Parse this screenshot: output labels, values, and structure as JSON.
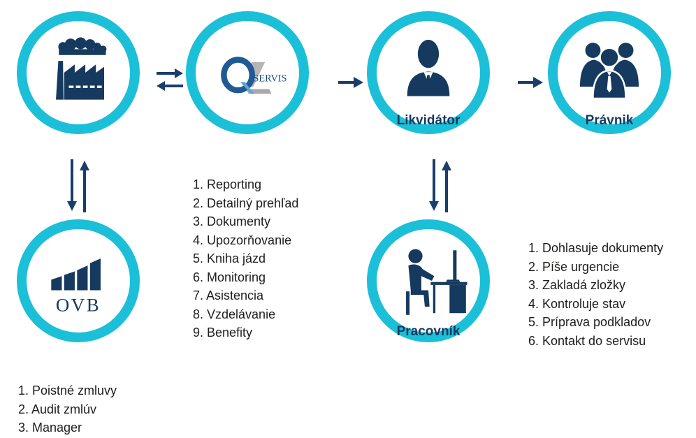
{
  "nodes": {
    "factory": {
      "icon": "factory-icon"
    },
    "qservis": {
      "icon": "qservis-logo",
      "logo_text": "SERVIS"
    },
    "likvidator": {
      "icon": "businessman-icon",
      "label": "Likvidátor"
    },
    "pravnik": {
      "icon": "group-icon",
      "label": "Právnik"
    },
    "ovb": {
      "icon": "ovb-logo",
      "logo_text": "OVB"
    },
    "pracovnik": {
      "icon": "office-worker-icon",
      "label": "Pracovník"
    }
  },
  "lists": {
    "qservis": [
      "1. Reporting",
      "2. Detailný prehľad",
      "3. Dokumenty",
      "4. Upozorňovanie",
      "5. Kniha jázd",
      "6. Monitoring",
      "7. Asistencia",
      "8. Vzdelávanie",
      "9. Benefity"
    ],
    "pracovnik": [
      "1. Dohlasuje dokumenty",
      "2. Píše urgencie",
      "3. Zakladá zložky",
      "4. Kontroluje stav",
      "5. Príprava podkladov",
      "6. Kontakt do servisu"
    ],
    "ovb": [
      "1. Poistné zmluvy",
      "2. Audit zmlúv",
      "3. Manager"
    ]
  },
  "colors": {
    "ring": "#1bbfd8",
    "navy": "#163a5f",
    "arrow": "#1a3e6b",
    "gray": "#a9a9a9"
  }
}
